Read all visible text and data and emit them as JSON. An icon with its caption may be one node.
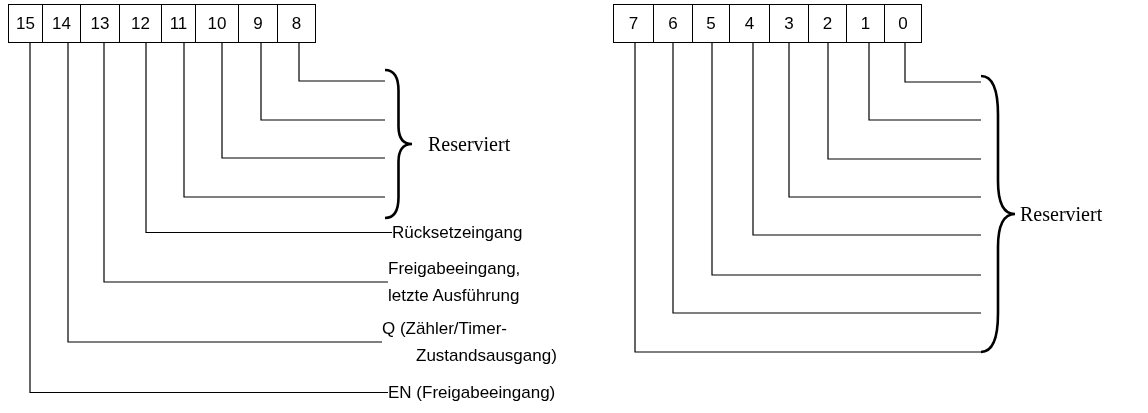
{
  "diagram": {
    "nodes": [
      {
        "text": [
          "15"
        ]
      },
      {
        "text": [
          "14"
        ]
      },
      {
        "text": [
          "13"
        ]
      },
      {
        "text": [
          "12"
        ]
      },
      {
        "text": [
          "11"
        ]
      },
      {
        "text": [
          "10"
        ]
      },
      {
        "text": [
          "9"
        ]
      },
      {
        "text": [
          "8"
        ]
      },
      {
        "text": [
          "7"
        ]
      },
      {
        "text": [
          "6"
        ]
      },
      {
        "text": [
          "5"
        ]
      },
      {
        "text": [
          "4"
        ]
      },
      {
        "text": [
          "3"
        ]
      },
      {
        "text": [
          "2"
        ]
      },
      {
        "text": [
          "1"
        ]
      },
      {
        "text": [
          "0"
        ]
      },
      {
        "text": [
          "Rücksetzeingang"
        ]
      },
      {
        "text": [
          "Freigabeeingang, letzte Ausführung"
        ]
      },
      {
        "text": [
          "Q (Zähler/Timer- Zustandsausgang)"
        ]
      },
      {
        "text": [
          "EN (Freigabeeingang)"
        ]
      },
      {
        "text": [
          "Reserviert"
        ]
      },
      {
        "text": [
          "Reserviert"
        ]
      }
    ],
    "edges": [
      {
        "from": 7,
        "to": 20,
        "arrow": "none"
      },
      {
        "from": 6,
        "to": 20,
        "arrow": "none"
      },
      {
        "from": 5,
        "to": 20,
        "arrow": "none"
      },
      {
        "from": 4,
        "to": 20,
        "arrow": "none"
      },
      {
        "from": 3,
        "to": 16,
        "arrow": "none"
      },
      {
        "from": 2,
        "to": 17,
        "arrow": "none"
      },
      {
        "from": 1,
        "to": 18,
        "arrow": "none"
      },
      {
        "from": 0,
        "to": 19,
        "arrow": "none"
      },
      {
        "from": 15,
        "to": 21,
        "arrow": "none"
      },
      {
        "from": 14,
        "to": 21,
        "arrow": "none"
      },
      {
        "from": 13,
        "to": 21,
        "arrow": "none"
      },
      {
        "from": 12,
        "to": 21,
        "arrow": "none"
      },
      {
        "from": 11,
        "to": 21,
        "arrow": "none"
      },
      {
        "from": 10,
        "to": 21,
        "arrow": "none"
      },
      {
        "from": 9,
        "to": 21,
        "arrow": "none"
      },
      {
        "from": 8,
        "to": 21,
        "arrow": "none"
      }
    ]
  }
}
